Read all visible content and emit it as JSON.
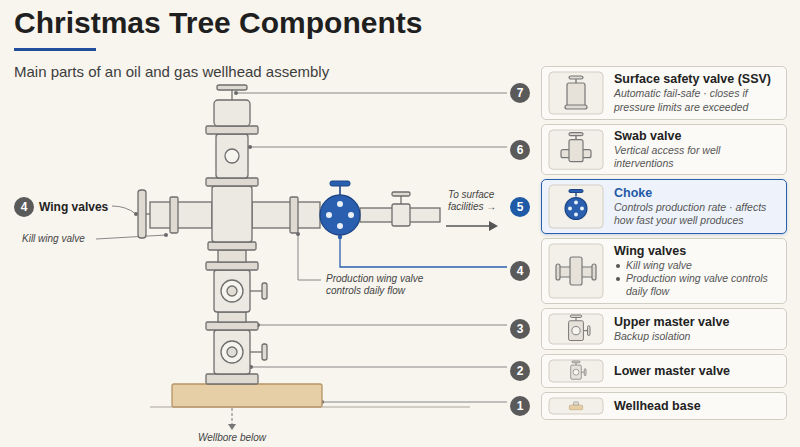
{
  "diagram": {
    "title": "Christmas Tree Components",
    "caption": "Main parts of an oil and gas wellhead assembly",
    "nodes": [
      {
        "text": [
          "4",
          "Wing valves"
        ]
      },
      {
        "text": [
          "7",
          "Surface safety valve (SSV)",
          "Automatic fail-safe · closes if pressure limits are exceeded"
        ]
      },
      {
        "text": [
          "6",
          "Swab valve",
          "Vertical access for well interventions"
        ]
      },
      {
        "text": [
          "5",
          "Choke",
          "Controls production rate · affects how fast your well produces"
        ]
      },
      {
        "text": [
          "4",
          "Wing valves",
          "Kill wing valve",
          "Production wing valve controls daily flow"
        ]
      },
      {
        "text": [
          "3",
          "Upper master valve",
          "Backup isolation"
        ]
      },
      {
        "text": [
          "2",
          "Lower master valve"
        ]
      },
      {
        "text": [
          "1",
          "Wellhead base"
        ]
      }
    ],
    "labels": [
      "Kill wing valve",
      "Production wing valve controls daily flow",
      "To surface facilities →",
      "Wellbore below"
    ]
  }
}
